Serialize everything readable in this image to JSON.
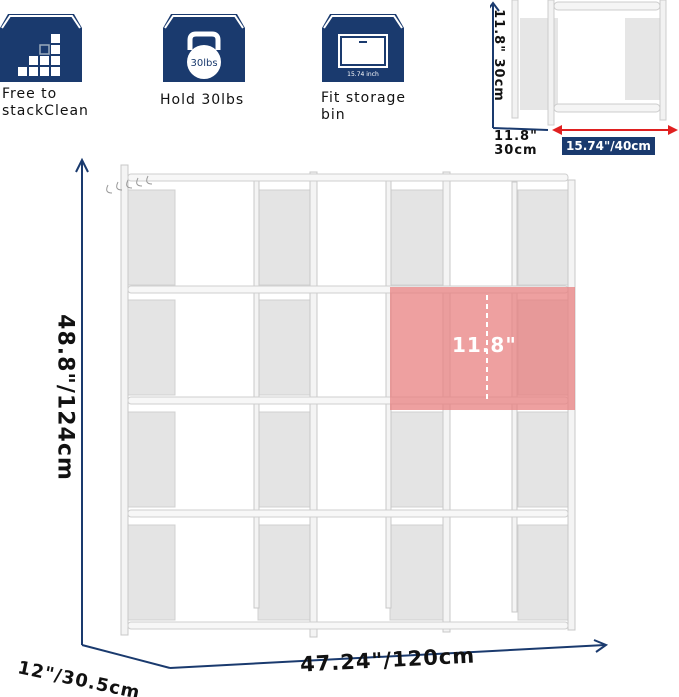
{
  "features": [
    {
      "icon": "stack-blocks-icon",
      "label_line1": "Free to",
      "label_line2": "stackClean"
    },
    {
      "icon": "kettlebell-icon",
      "icon_text": "30lbs",
      "label": "Hold 30lbs"
    },
    {
      "icon": "storage-bin-icon",
      "icon_text": "15.74 inch",
      "label_line1": "Fit storage",
      "label_line2": "bin"
    }
  ],
  "inset": {
    "height_label": "11.8\" 30cm",
    "depth_line1": "11.8\"",
    "depth_line2": "30cm",
    "width_label": "15.74\"/40cm"
  },
  "main": {
    "height_label": "48.8\"/124cm",
    "depth_label": "12\"/30.5cm",
    "width_label": "47.24\"/120cm",
    "cube_label": "11.8\""
  },
  "colors": {
    "brand": "#1a3a6e",
    "highlight": "#e88080",
    "arrow_red": "#e02020"
  }
}
